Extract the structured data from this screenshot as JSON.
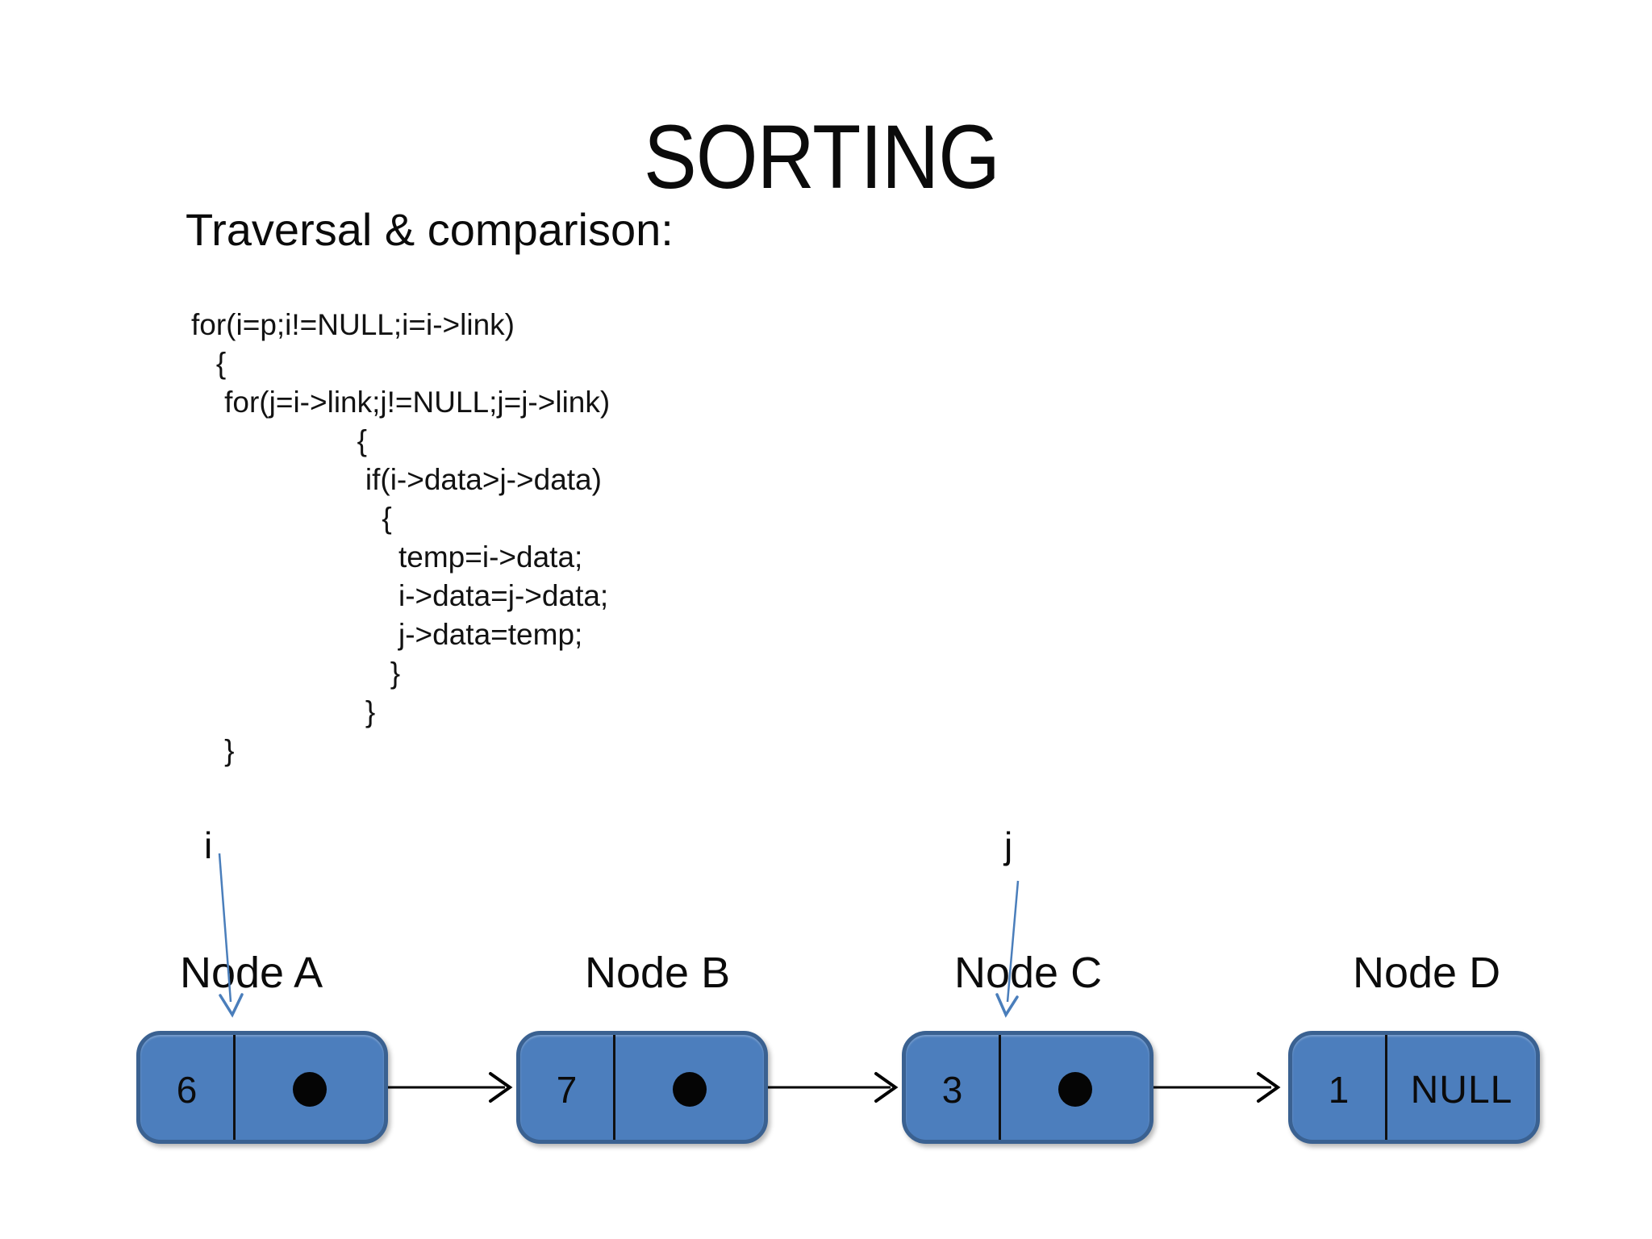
{
  "slide": {
    "title": "SORTING",
    "heading": "Traversal & comparison:",
    "code_lines": [
      "for(i=p;i!=NULL;i=i->link)",
      "   {",
      "    for(j=i->link;j!=NULL;j=j->link)",
      "                    {",
      "                     if(i->data>j->data)",
      "                       {",
      "                         temp=i->data;",
      "                         i->data=j->data;",
      "                         j->data=temp;",
      "                        }",
      "                     }",
      "    }"
    ]
  },
  "diagram": {
    "iterators": [
      {
        "name": "i",
        "label": "i",
        "points_to": "Node A"
      },
      {
        "name": "j",
        "label": "j",
        "points_to": "Node C"
      }
    ],
    "nodes": [
      {
        "label": "Node A",
        "value": "6",
        "pointer": "dot"
      },
      {
        "label": "Node B",
        "value": "7",
        "pointer": "dot"
      },
      {
        "label": "Node C",
        "value": "3",
        "pointer": "dot"
      },
      {
        "label": "Node D",
        "value": "1",
        "pointer": "text",
        "pointer_label": "NULL"
      }
    ],
    "colors": {
      "node_fill": "#4C7EBD",
      "node_border": "#3A6191",
      "iterator_arrow": "#4A7EBB",
      "link_arrow": "#000000",
      "text": "#000000"
    }
  }
}
